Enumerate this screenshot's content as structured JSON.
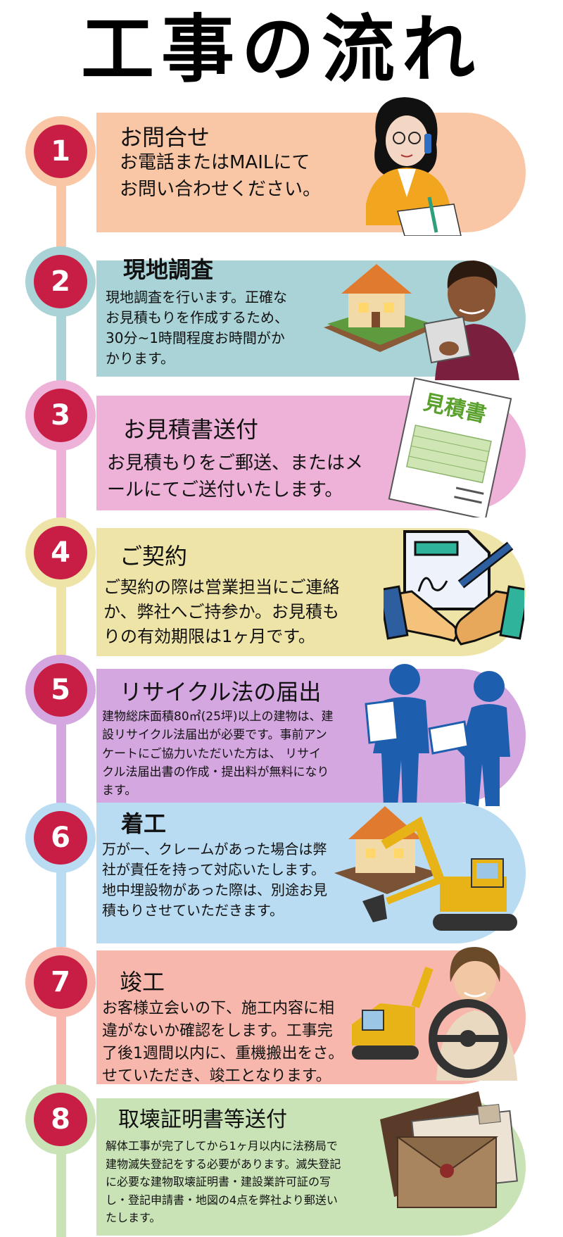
{
  "title": "工事の流れ",
  "steps": [
    {
      "number": "1",
      "title": "お問合せ",
      "body": "お電話またはMAILにて\nお問い合わせください。"
    },
    {
      "number": "2",
      "title": "現地調査",
      "body": "現地調査を行います。正確な\nお見積もりを作成するため、\n30分~1時間程度お時間がか\nかります。"
    },
    {
      "number": "3",
      "title": "お見積書送付",
      "body": "お見積もりをご郵送、またはメ\nールにてご送付いたします。"
    },
    {
      "number": "4",
      "title": "ご契約",
      "body": "ご契約の際は営業担当にご連絡\nか、弊社へご持参か。お見積も\nりの有効期限は1ヶ月です。"
    },
    {
      "number": "5",
      "title": "リサイクル法の届出",
      "body": "建物総床面積80㎡(25坪)以上の建物は、建\n設リサイクル法届出が必要です。事前アン\nケートにご協力いただいた方は、 リサイ\nクル法届出書の作成・提出料が無料になり\nます。"
    },
    {
      "number": "6",
      "title": "着工",
      "body": "万が一、クレームがあった場合は弊\n社が責任を持って対応いたします。\n地中埋設物があった際は、別途お見\n積もりさせていただきます。"
    },
    {
      "number": "7",
      "title": "竣工",
      "body": "お客様立会いの下、施工内容に相\n違がないか確認をします。工事完\n了後1週間以内に、重機搬出をさ。\nせていただき、竣工となります。"
    },
    {
      "number": "8",
      "title": "取壊証明書等送付",
      "body": "解体工事が完了してから1ヶ月以内に法務局で\n建物滅失登記をする必要があります。滅失登記\nに必要な建物取壊証明書・建設業許可証の写\nし・登記申請書・地図の4点を弊社より郵送い\nたします。"
    }
  ],
  "illustrations": {
    "estimate_sheet_label": "見積書"
  },
  "colors": {
    "badge": "#c81e45",
    "step1": "#f9c7a6",
    "step2": "#a9d3d6",
    "step3": "#eeb2d8",
    "step4": "#efe4a8",
    "step5": "#d5a7e0",
    "step6": "#b9dcf3",
    "step7": "#f7b7ac",
    "step8": "#c9e3b6"
  }
}
